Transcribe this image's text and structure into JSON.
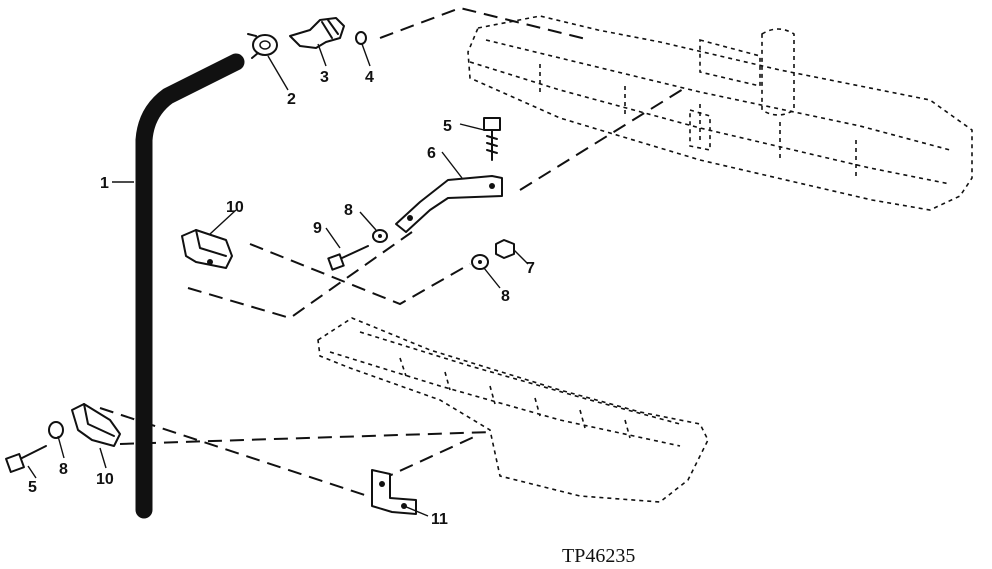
{
  "callouts": [
    {
      "id": "c1",
      "text": "1"
    },
    {
      "id": "c2",
      "text": "2"
    },
    {
      "id": "c3",
      "text": "3"
    },
    {
      "id": "c4",
      "text": "4"
    },
    {
      "id": "c5a",
      "text": "5"
    },
    {
      "id": "c6",
      "text": "6"
    },
    {
      "id": "c8a",
      "text": "8"
    },
    {
      "id": "c9",
      "text": "9"
    },
    {
      "id": "c10a",
      "text": "10"
    },
    {
      "id": "c7",
      "text": "7"
    },
    {
      "id": "c8b",
      "text": "8"
    },
    {
      "id": "c5b",
      "text": "5"
    },
    {
      "id": "c8c",
      "text": "8"
    },
    {
      "id": "c10b",
      "text": "10"
    },
    {
      "id": "c11",
      "text": "11"
    }
  ],
  "reference": "TP46235"
}
